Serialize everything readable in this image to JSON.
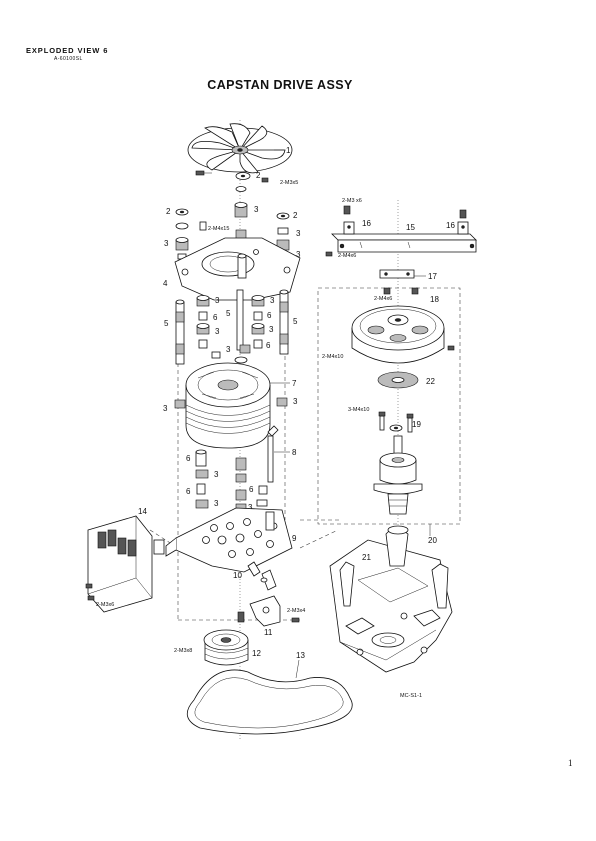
{
  "header": {
    "title": "EXPLODED  VIEW 6",
    "code": "A-60100SL"
  },
  "main_title": "CAPSTAN DRIVE ASSY",
  "page_number": "1",
  "figure_code": "MC-S1-1",
  "callouts": {
    "p1": "1",
    "p2a": "2",
    "p2b": "2",
    "p2c": "2",
    "p3": [
      "3",
      "3",
      "3",
      "3",
      "3",
      "3",
      "3",
      "3",
      "3",
      "3",
      "3",
      "3",
      "3",
      "3"
    ],
    "p4": "4",
    "p5a": "5",
    "p5b": "5",
    "p5c": "5",
    "p6": [
      "6",
      "6",
      "6",
      "6",
      "6",
      "6"
    ],
    "p7": "7",
    "p8": "8",
    "p9": "9",
    "p10": "10",
    "p11": "11",
    "p12": "12",
    "p13": "13",
    "p14": "14",
    "p15": "15",
    "p16a": "16",
    "p16b": "16",
    "p17": "17",
    "p18": "18",
    "p19": "19",
    "p20": "20",
    "p21": "21",
    "p22": "22"
  },
  "screws": {
    "m3x5": "2-M3x5",
    "m4x15": "2-M4x15",
    "m3x6_top": "2-M3 x6",
    "m4x6": "2-M4x6",
    "m4x6_b": "2-M4x6",
    "m4x10": "2-M4x10",
    "m4x10_b": "3-M4x10",
    "m3x6_left": "2-M3x6",
    "m3x8": "2-M3x8",
    "m3x4": "2-M3x4"
  }
}
